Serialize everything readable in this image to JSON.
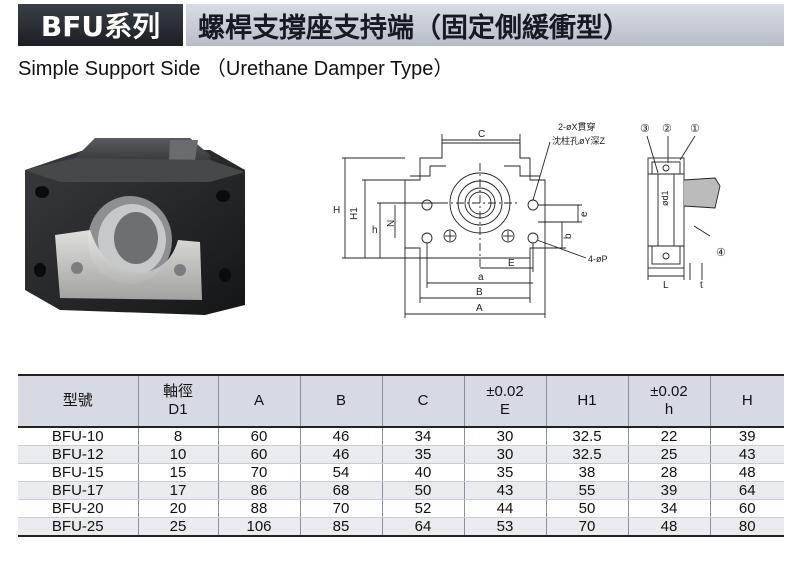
{
  "header": {
    "series": "BFU系列",
    "title": "螺桿支撐座支持端（固定側緩衝型）",
    "subtitle": "Simple Support Side （Urethane Damper Type）"
  },
  "diagram": {
    "labels": {
      "C": "C",
      "H": "H",
      "H1": "H1",
      "h": "h",
      "N": "N",
      "e": "e",
      "b": "b",
      "E": "E",
      "a": "a",
      "B": "B",
      "A": "A",
      "hole_note_1": "2-øX貫穿",
      "hole_note_2": "沈柱孔øY深Z",
      "pin_note": "4-øP",
      "d1": "ød1",
      "L": "L",
      "t": "t",
      "callout_1": "①",
      "callout_2": "②",
      "callout_3": "③",
      "callout_4": "④"
    }
  },
  "table": {
    "headers": [
      {
        "lines": [
          "型號"
        ]
      },
      {
        "lines": [
          "軸徑",
          "D1"
        ]
      },
      {
        "lines": [
          "A"
        ]
      },
      {
        "lines": [
          "B"
        ]
      },
      {
        "lines": [
          "C"
        ]
      },
      {
        "lines": [
          "±0.02",
          "E"
        ]
      },
      {
        "lines": [
          "H1"
        ]
      },
      {
        "lines": [
          "±0.02",
          "h"
        ]
      },
      {
        "lines": [
          "H"
        ]
      }
    ],
    "rows": [
      [
        "BFU-10",
        "8",
        "60",
        "46",
        "34",
        "30",
        "32.5",
        "22",
        "39"
      ],
      [
        "BFU-12",
        "10",
        "60",
        "46",
        "35",
        "30",
        "32.5",
        "25",
        "43"
      ],
      [
        "BFU-15",
        "15",
        "70",
        "54",
        "40",
        "35",
        "38",
        "28",
        "48"
      ],
      [
        "BFU-17",
        "17",
        "86",
        "68",
        "50",
        "43",
        "55",
        "39",
        "64"
      ],
      [
        "BFU-20",
        "20",
        "88",
        "70",
        "52",
        "44",
        "50",
        "34",
        "60"
      ],
      [
        "BFU-25",
        "25",
        "106",
        "85",
        "64",
        "53",
        "70",
        "48",
        "80"
      ]
    ]
  }
}
